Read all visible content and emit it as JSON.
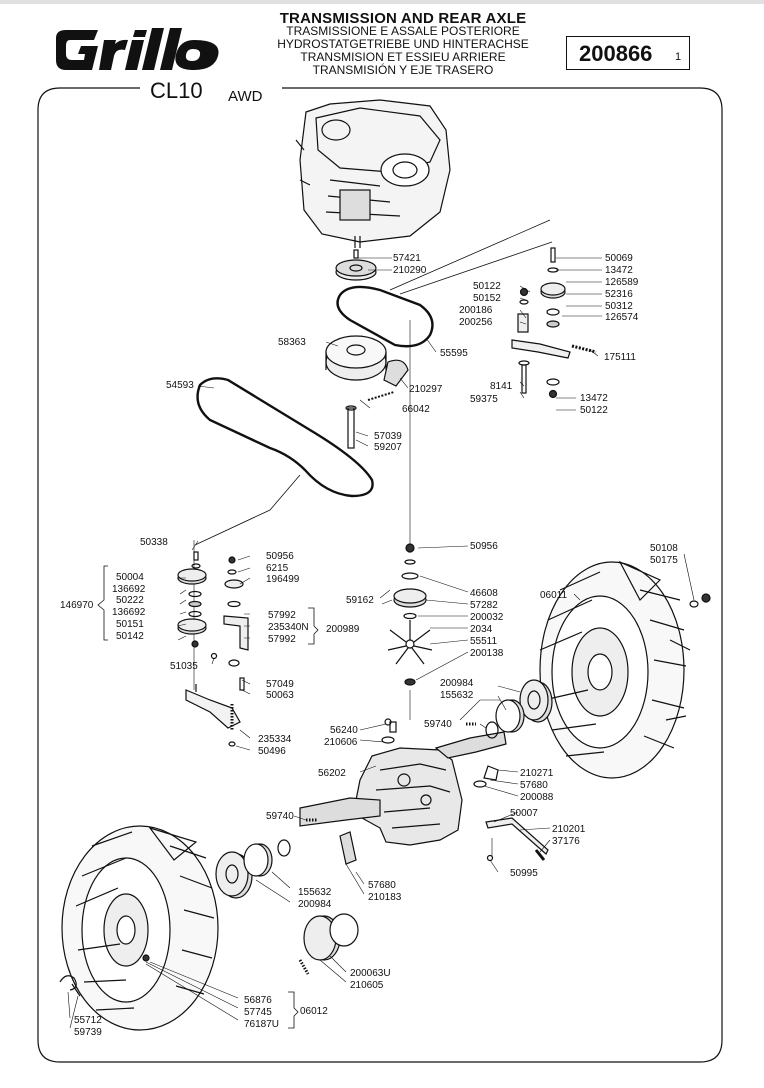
{
  "header": {
    "brand": "Grillo",
    "title": "TRANSMISSION AND REAR AXLE",
    "subtitles": [
      "TRASMISSIONE E ASSALE POSTERIORE",
      "HYDROSTATGETRIEBE UND HINTERACHSE",
      "TRANSMISION ET ESSIEU ARRIERE",
      "TRANSMISIÓN Y EJE TRASERO"
    ],
    "model": "CL10",
    "model_variant": "AWD",
    "drawing_code": "200866",
    "revision": "1"
  },
  "parts": [
    "57421",
    "210290",
    "50069",
    "13472",
    "126589",
    "50122",
    "52316",
    "50152",
    "50312",
    "200186",
    "126574",
    "200256",
    "175111",
    "58363",
    "55595",
    "210297",
    "8141",
    "59375",
    "13472",
    "50122",
    "54593",
    "66042",
    "57039",
    "59207",
    "50338",
    "50956",
    "6215",
    "196499",
    "50004",
    "136692",
    "50222",
    "136692",
    "50151",
    "50142",
    "146970",
    "57992",
    "235340N",
    "57992",
    "200989",
    "51035",
    "57049",
    "50063",
    "235334",
    "50496",
    "50956",
    "46608",
    "57282",
    "200032",
    "2034",
    "55511",
    "200138",
    "59162",
    "50108",
    "50175",
    "06011",
    "200984",
    "155632",
    "59740",
    "56240",
    "210606",
    "210271",
    "57680",
    "200088",
    "56202",
    "59740",
    "50007",
    "210201",
    "37176",
    "50995",
    "57680",
    "210183",
    "155632",
    "200984",
    "200063U",
    "210605",
    "56876",
    "57745",
    "76187U",
    "06012",
    "55712",
    "59739"
  ]
}
